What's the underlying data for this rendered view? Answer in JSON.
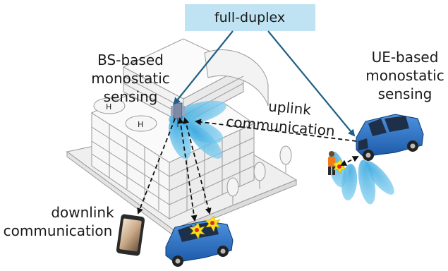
{
  "header_box": {
    "label": "full-duplex"
  },
  "labels": {
    "bs_sensing": [
      "BS-based",
      "monostatic",
      "sensing"
    ],
    "ue_sensing": [
      "UE-based",
      "monostatic",
      "sensing"
    ],
    "uplink": [
      "uplink",
      "communication"
    ],
    "downlink": [
      "downlink",
      "communication"
    ]
  },
  "colors": {
    "box_fill": "#bfe3f2",
    "arrow_blue": "#1f5f86",
    "beam_blue": "#5cc0ea",
    "car_blue": "#2a72c8",
    "building_line": "#9a9a9a",
    "explosion_yellow": "#f7e318",
    "explosion_red": "#e8242b"
  },
  "icons": [
    "base-station-icon",
    "smartphone-icon",
    "car-icon",
    "pedestrian-icon",
    "tree-icon",
    "building-icon"
  ]
}
